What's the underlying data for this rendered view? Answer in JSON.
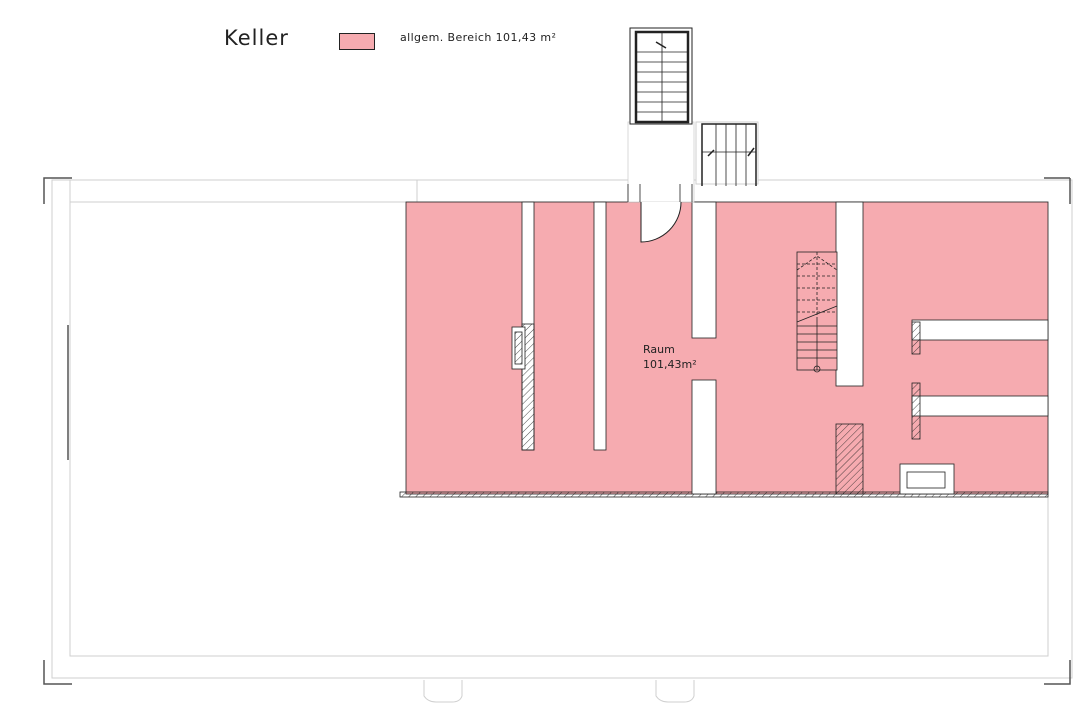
{
  "floor": {
    "title": "Keller"
  },
  "legend": {
    "label": "allgem. Bereich 101,43 m²",
    "color": "#f6abb0"
  },
  "room": {
    "name": "Raum",
    "area": "101,43m²"
  },
  "colors": {
    "fill": "#f6abb0",
    "line": "#222222",
    "outline": "#cfcfcf",
    "wall": "#ffffff"
  }
}
